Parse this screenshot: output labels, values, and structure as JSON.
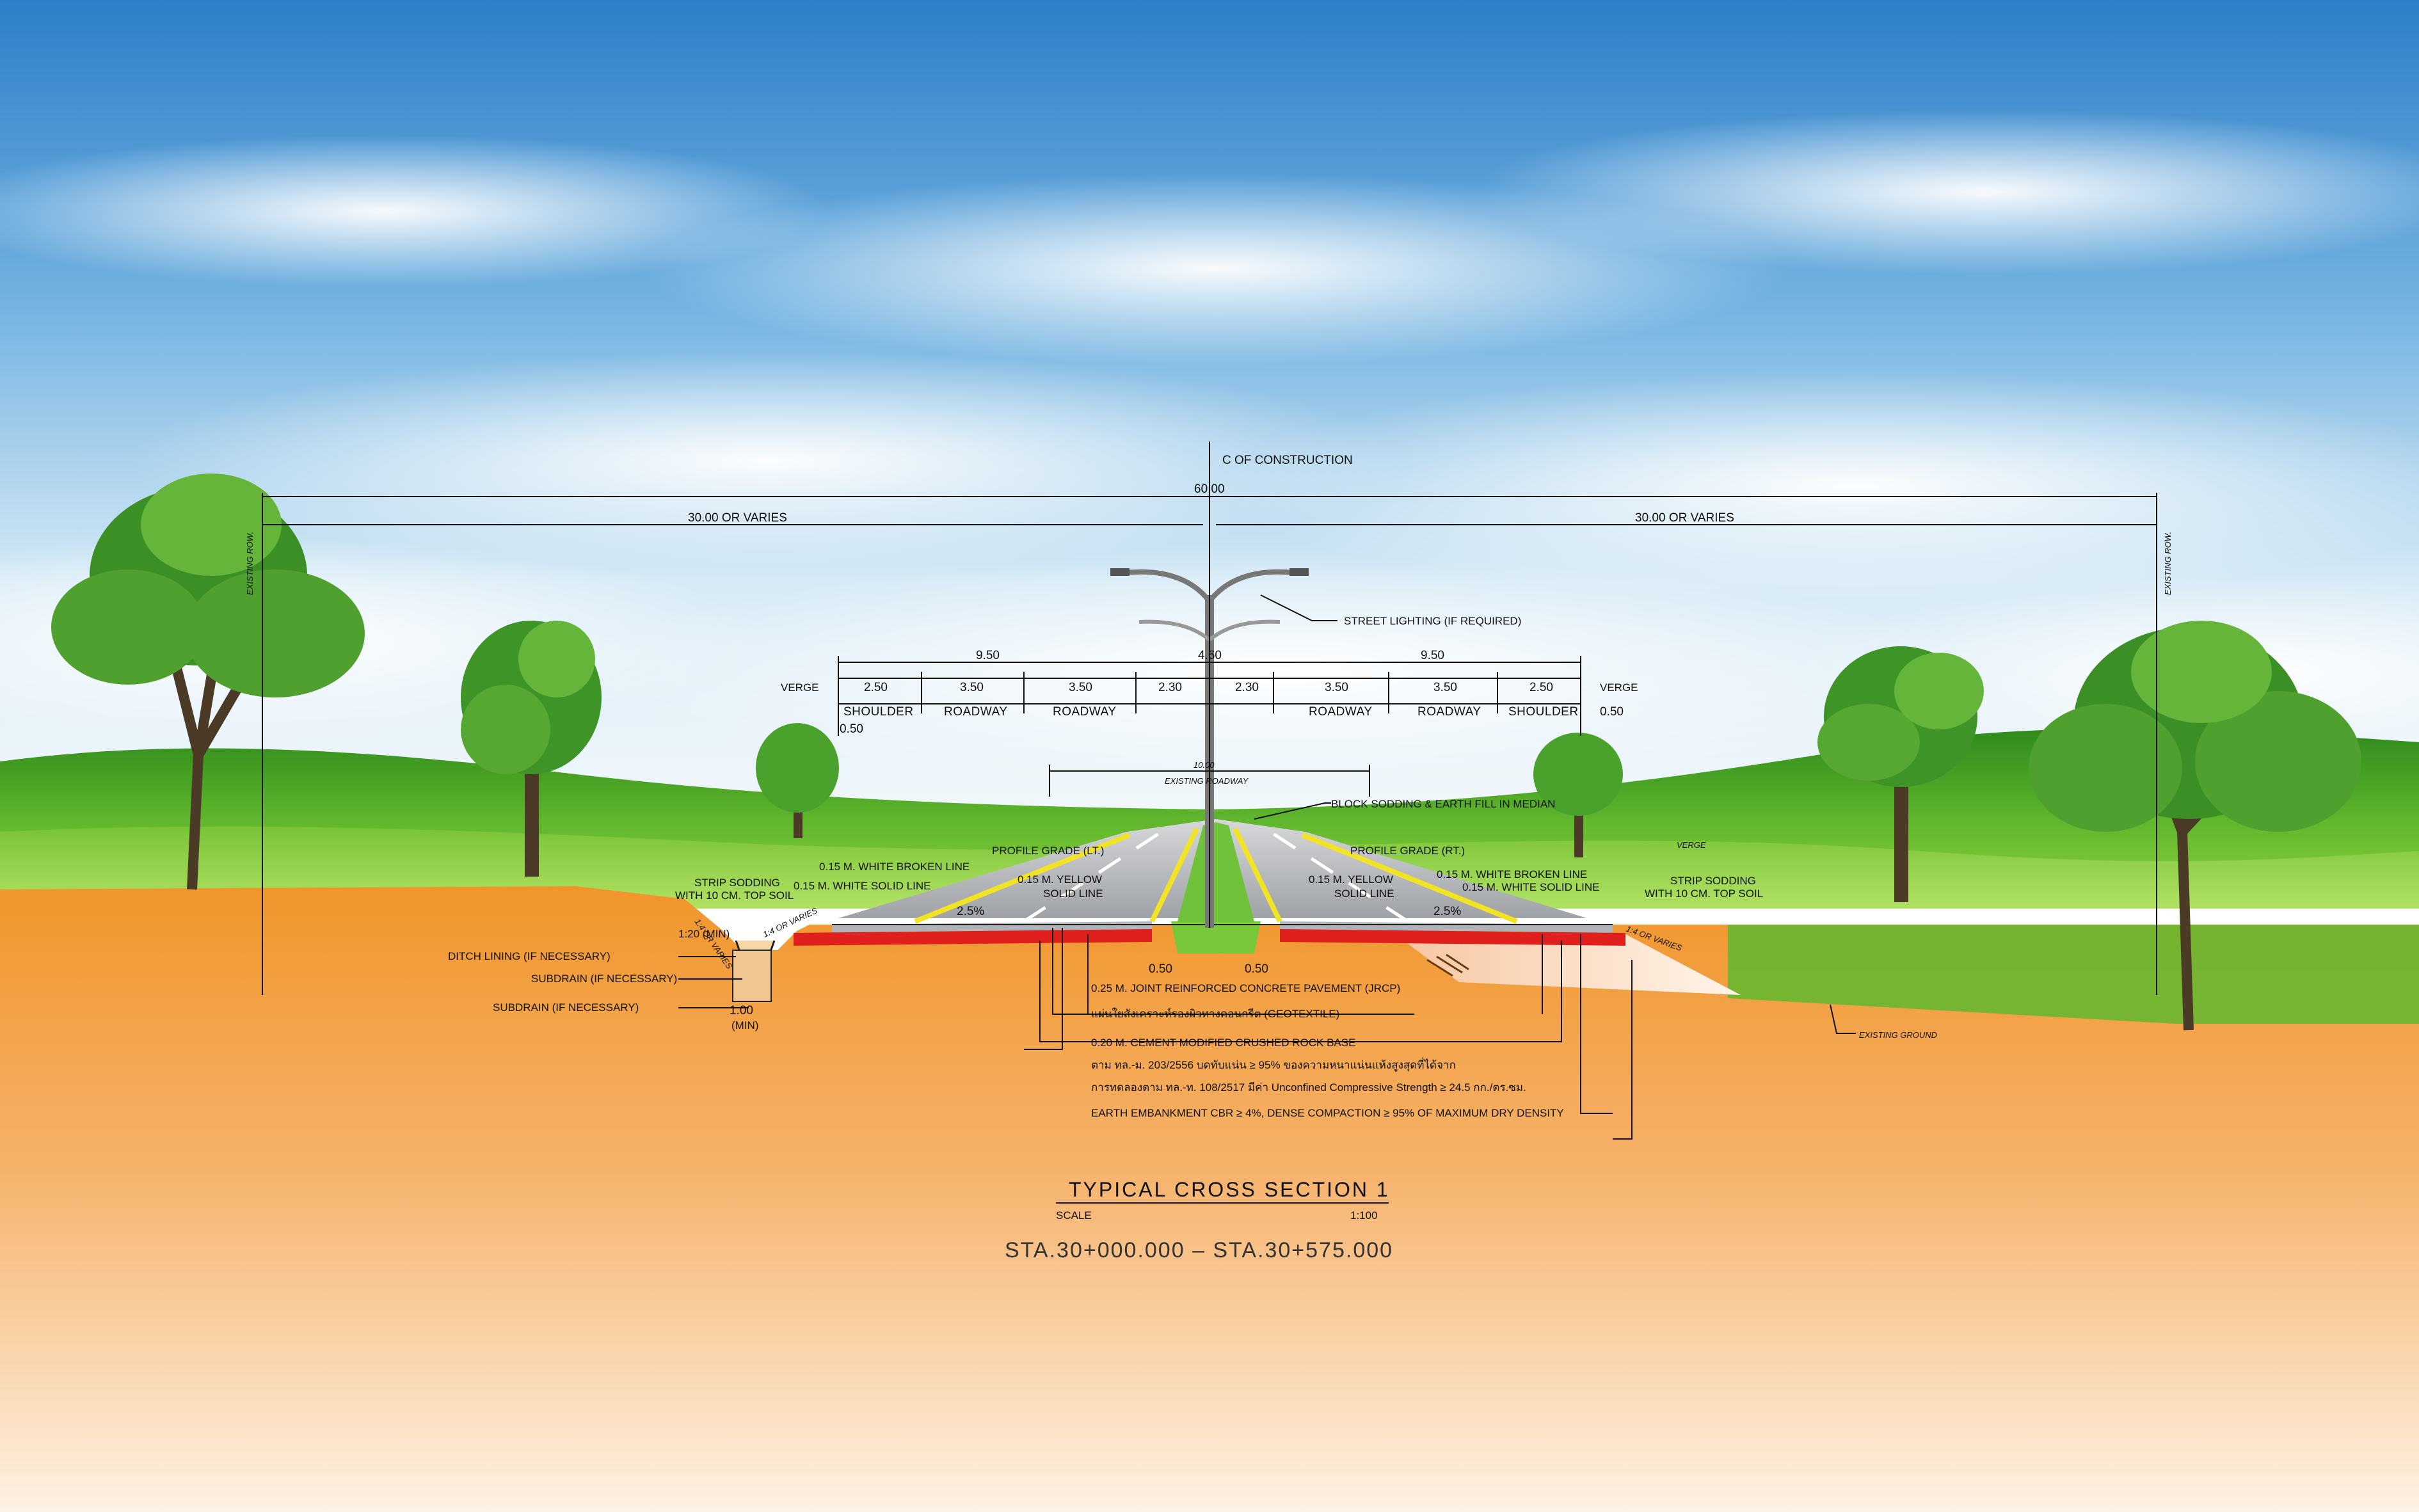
{
  "colors": {
    "sky_top": "#2e7fc8",
    "sky_mid": "#8cc4e8",
    "sky_low": "#eef6fb",
    "hill_dark": "#2f8a1c",
    "hill_light": "#8fd43c",
    "soil_top": "#f0952a",
    "soil_low": "#fbe6cc",
    "pavement": "#bdbfc2",
    "base_layer": "#e0201c",
    "median": "#78c83a",
    "embankment": "#fbe9d9",
    "line": "#111111",
    "tree": "#3c8f25"
  },
  "header": {
    "centerline": "C OF CONSTRUCTION",
    "total_width": "60.00",
    "left_half": "30.00 OR VARIES",
    "right_half": "30.00 OR VARIES",
    "row_left": "EXISTING ROW.",
    "row_right": "EXISTING ROW."
  },
  "dimensions": {
    "half_left": "9.50",
    "half_right": "9.50",
    "median": "4.60",
    "left_segments": [
      "2.50",
      "3.50",
      "3.50",
      "2.30"
    ],
    "right_segments": [
      "2.30",
      "3.50",
      "3.50",
      "2.50"
    ],
    "verge_label_left": "VERGE",
    "verge_label_right": "VERGE",
    "verge_left": "0.50",
    "verge_right": "0.50",
    "lane_names_left": [
      "SHOULDER",
      "ROADWAY",
      "ROADWAY"
    ],
    "lane_names_right": [
      "ROADWAY",
      "ROADWAY",
      "SHOULDER"
    ],
    "existing_width": "10.00",
    "existing_label": "EXISTING ROADWAY",
    "curb_left": "0.50",
    "curb_right": "0.50",
    "ditch_width": "1.00",
    "ditch_min": "(MIN)",
    "slope_ratio": "1:20 (MIN)",
    "slope_left_a": "1:4 OR VARIES",
    "slope_left_b": "1:4 OR VARIES",
    "slope_right": "1:4 OR VARIES",
    "crossfall_left": "2.5%",
    "crossfall_right": "2.5%"
  },
  "labels": {
    "street_lighting": "STREET LIGHTING (IF REQUIRED)",
    "block_sodding": "BLOCK SODDING & EARTH FILL IN MEDIAN",
    "profile_lt": "PROFILE GRADE (LT.)",
    "profile_rt": "PROFILE GRADE (RT.)",
    "white_broken_left": "0.15 M. WHITE BROKEN LINE",
    "white_solid_left": "0.15 M. WHITE SOLID LINE",
    "yellow_left_1": "0.15 M. YELLOW",
    "yellow_left_2": "SOLID LINE",
    "yellow_right_1": "0.15 M. YELLOW",
    "yellow_right_2": "SOLID LINE",
    "white_broken_right": "0.15 M. WHITE BROKEN LINE",
    "white_solid_right": "0.15 M. WHITE SOLID LINE",
    "verge_right": "VERGE",
    "strip_left_1": "STRIP SODDING",
    "strip_left_2": "WITH 10 CM. TOP SOIL",
    "strip_right_1": "STRIP SODDING",
    "strip_right_2": "WITH 10 CM. TOP SOIL",
    "ditch_lining": "DITCH LINING (IF NECESSARY)",
    "subdrain_1": "SUBDRAIN (IF NECESSARY)",
    "subdrain_2": "SUBDRAIN (IF NECESSARY)",
    "jrcp": "0.25 M. JOINT REINFORCED CONCRETE PAVEMENT (JRCP)",
    "geotextile": "แผ่นใยสังเคราะห์รองผิวทางคอนกรีต (GEOTEXTILE)",
    "base": "0.20 M. CEMENT MODIFIED CRUSHED ROCK BASE",
    "base_note_1": "ตาม ทล.-ม. 203/2556 บดทับแน่น ≥ 95% ของความหนาแน่นแห้งสูงสุดที่ได้จาก",
    "base_note_2": "การทดลองตาม ทล.-ท. 108/2517 มีค่า Unconfined Compressive Strength ≥ 24.5 กก./ตร.ซม.",
    "embankment": "EARTH EMBANKMENT CBR ≥ 4%, DENSE COMPACTION ≥ 95% OF MAXIMUM DRY DENSITY",
    "existing_ground": "EXISTING GROUND"
  },
  "title": {
    "name": "TYPICAL CROSS SECTION 1",
    "scale_label": "SCALE",
    "scale_value": "1:100",
    "station": "STA.30+000.000  –  STA.30+575.000"
  }
}
